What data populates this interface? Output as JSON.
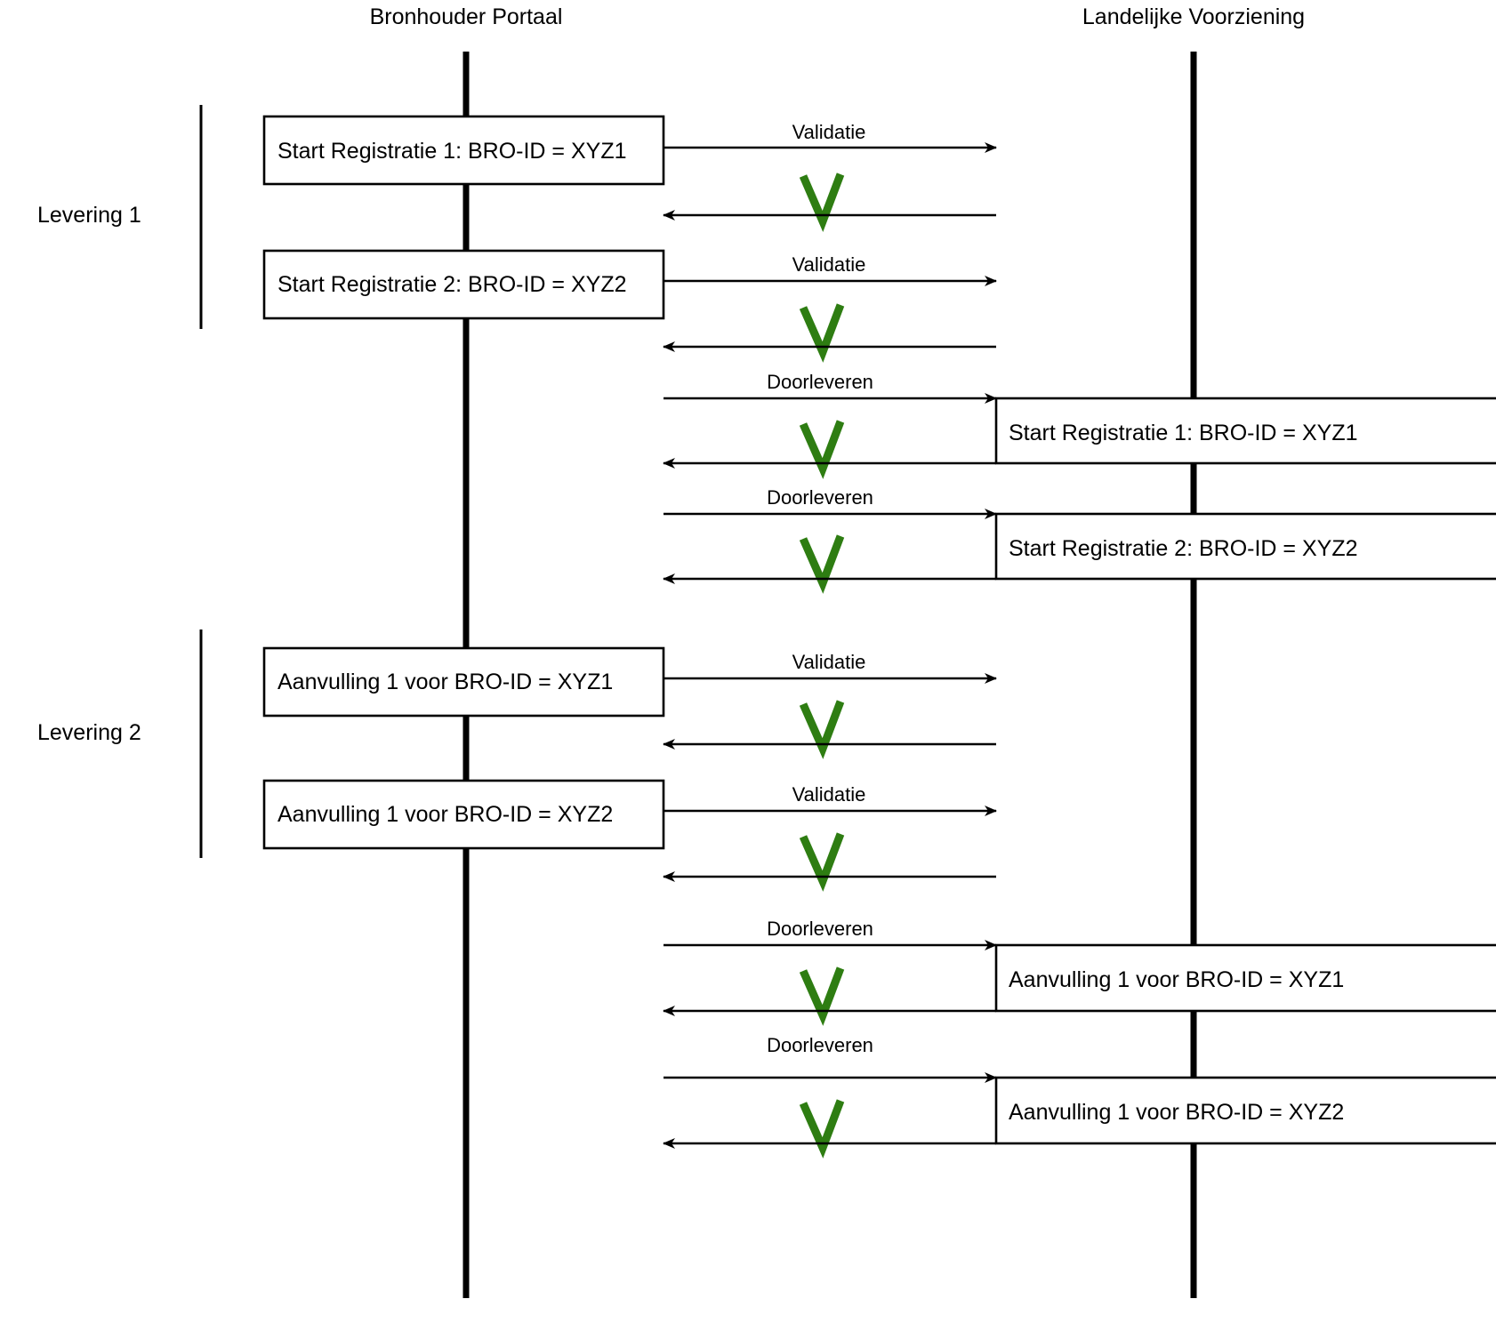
{
  "diagram": {
    "title_left": "Bronhouder Portaal",
    "title_right": "Landelijke Voorziening",
    "colors": {
      "line": "#000000",
      "check": "#2e7d12",
      "background": "#ffffff"
    },
    "lanes": [
      {
        "id": "levering-1",
        "label": "Levering 1"
      },
      {
        "id": "levering-2",
        "label": "Levering 2"
      }
    ],
    "messages": [
      {
        "id": "m1",
        "label": "Validatie",
        "direction": "right"
      },
      {
        "id": "m2",
        "label": "",
        "direction": "left"
      },
      {
        "id": "m3",
        "label": "Validatie",
        "direction": "right"
      },
      {
        "id": "m4",
        "label": "",
        "direction": "left"
      },
      {
        "id": "m5",
        "label": "Doorleveren",
        "direction": "right"
      },
      {
        "id": "m6",
        "label": "",
        "direction": "left"
      },
      {
        "id": "m7",
        "label": "Doorleveren",
        "direction": "right"
      },
      {
        "id": "m8",
        "label": "",
        "direction": "left"
      },
      {
        "id": "m9",
        "label": "Validatie",
        "direction": "right"
      },
      {
        "id": "m10",
        "label": "",
        "direction": "left"
      },
      {
        "id": "m11",
        "label": "Validatie",
        "direction": "right"
      },
      {
        "id": "m12",
        "label": "",
        "direction": "left"
      },
      {
        "id": "m13",
        "label": "Doorleveren",
        "direction": "right"
      },
      {
        "id": "m14",
        "label": "",
        "direction": "left"
      },
      {
        "id": "m15",
        "label": "Doorleveren",
        "direction": "right"
      },
      {
        "id": "m16",
        "label": "",
        "direction": "left"
      }
    ],
    "activations_left": [
      {
        "id": "a1",
        "label": "Start Registratie 1: BRO-ID = XYZ1"
      },
      {
        "id": "a2",
        "label": "Start Registratie 2: BRO-ID = XYZ2"
      },
      {
        "id": "a3",
        "label": "Aanvulling 1 voor BRO-ID = XYZ1"
      },
      {
        "id": "a4",
        "label": "Aanvulling 1 voor BRO-ID = XYZ2"
      }
    ],
    "activations_right": [
      {
        "id": "b1",
        "label": "Start Registratie 1: BRO-ID = XYZ1"
      },
      {
        "id": "b2",
        "label": "Start Registratie 2: BRO-ID = XYZ2"
      },
      {
        "id": "b3",
        "label": "Aanvulling 1 voor BRO-ID = XYZ1"
      },
      {
        "id": "b4",
        "label": "Aanvulling 1 voor BRO-ID = XYZ2"
      }
    ],
    "checkmarks": [
      {
        "id": "c1",
        "status": "ok"
      },
      {
        "id": "c2",
        "status": "ok"
      },
      {
        "id": "c3",
        "status": "ok"
      },
      {
        "id": "c4",
        "status": "ok"
      },
      {
        "id": "c5",
        "status": "ok"
      },
      {
        "id": "c6",
        "status": "ok"
      },
      {
        "id": "c7",
        "status": "ok"
      },
      {
        "id": "c8",
        "status": "ok"
      }
    ]
  }
}
